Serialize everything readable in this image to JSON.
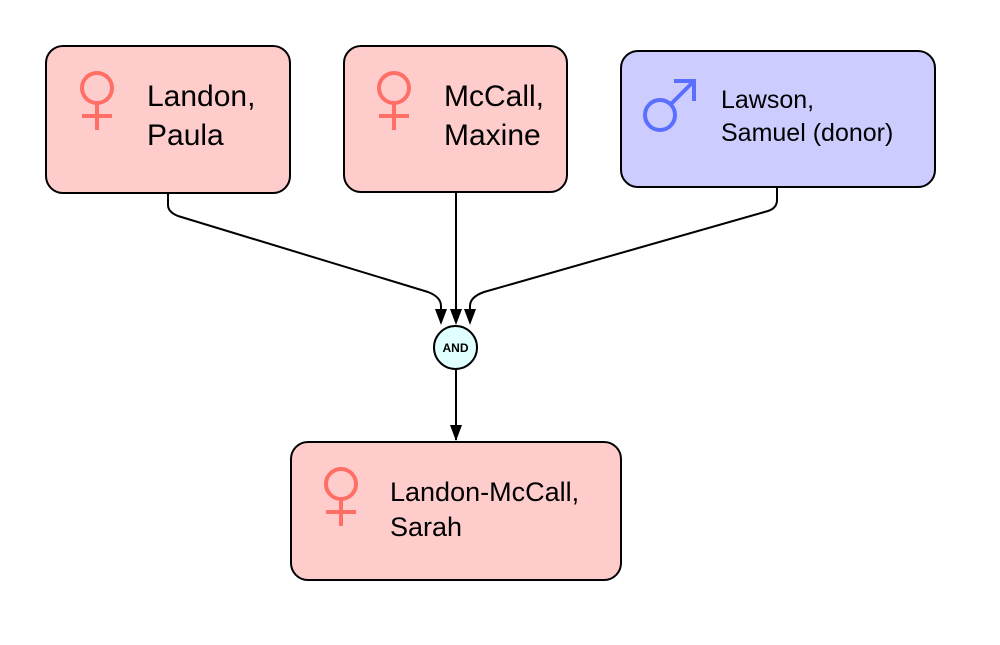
{
  "diagram": {
    "title": "Family tree",
    "colors": {
      "female_fill": "#ffcccc",
      "female_symbol": "#ff6f66",
      "male_fill": "#ccccff",
      "male_symbol": "#5a6fff",
      "and_fill": "#e0ffff"
    },
    "nodes": [
      {
        "id": "paula",
        "line1": "Landon,",
        "line2": "Paula",
        "sex": "female",
        "icon": "female-symbol-icon"
      },
      {
        "id": "maxine",
        "line1": "McCall,",
        "line2": "Maxine",
        "sex": "female",
        "icon": "female-symbol-icon"
      },
      {
        "id": "samuel",
        "line1": "Lawson,",
        "line2": "Samuel (donor)",
        "sex": "male",
        "icon": "male-symbol-icon"
      },
      {
        "id": "sarah",
        "line1": "Landon-McCall,",
        "line2": "Sarah",
        "sex": "female",
        "icon": "female-symbol-icon"
      }
    ],
    "junction": {
      "label": "AND"
    },
    "edges": [
      {
        "from": "paula",
        "to": "AND"
      },
      {
        "from": "maxine",
        "to": "AND"
      },
      {
        "from": "samuel",
        "to": "AND"
      },
      {
        "from": "AND",
        "to": "sarah"
      }
    ]
  }
}
